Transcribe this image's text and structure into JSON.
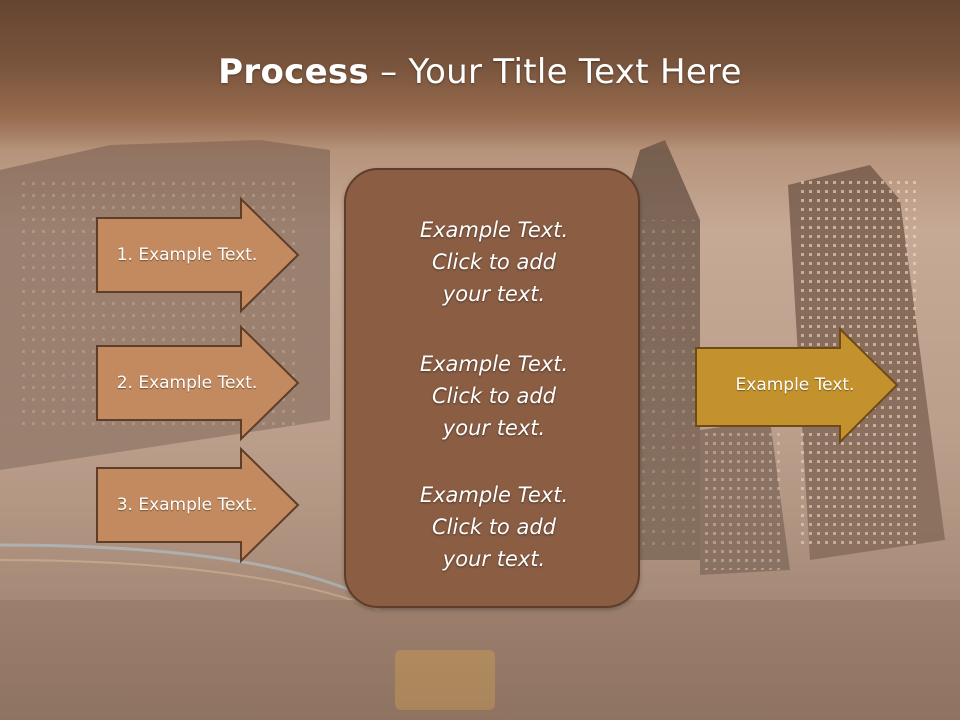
{
  "slide": {
    "title_bold": "Process",
    "title_rest": " – Your Title Text Here"
  },
  "left_arrows": [
    {
      "label": "1. Example Text."
    },
    {
      "label": "2. Example Text."
    },
    {
      "label": "3. Example Text."
    }
  ],
  "center_box": {
    "blocks": [
      {
        "line1": "Example Text.",
        "line2": "Click  to add",
        "line3": "your text."
      },
      {
        "line1": "Example Text.",
        "line2": "Click  to add",
        "line3": "your text."
      },
      {
        "line1": "Example Text.",
        "line2": "Click  to add",
        "line3": "your text."
      }
    ]
  },
  "right_arrow": {
    "label": "Example Text."
  },
  "colors": {
    "left_arrow_fill": "#c28a5e",
    "left_arrow_stroke": "#5e3d29",
    "center_fill": "#8b5e44",
    "right_arrow_fill": "#c3922d",
    "right_arrow_stroke": "#6e4a1a",
    "title_band": "#7a553d"
  }
}
